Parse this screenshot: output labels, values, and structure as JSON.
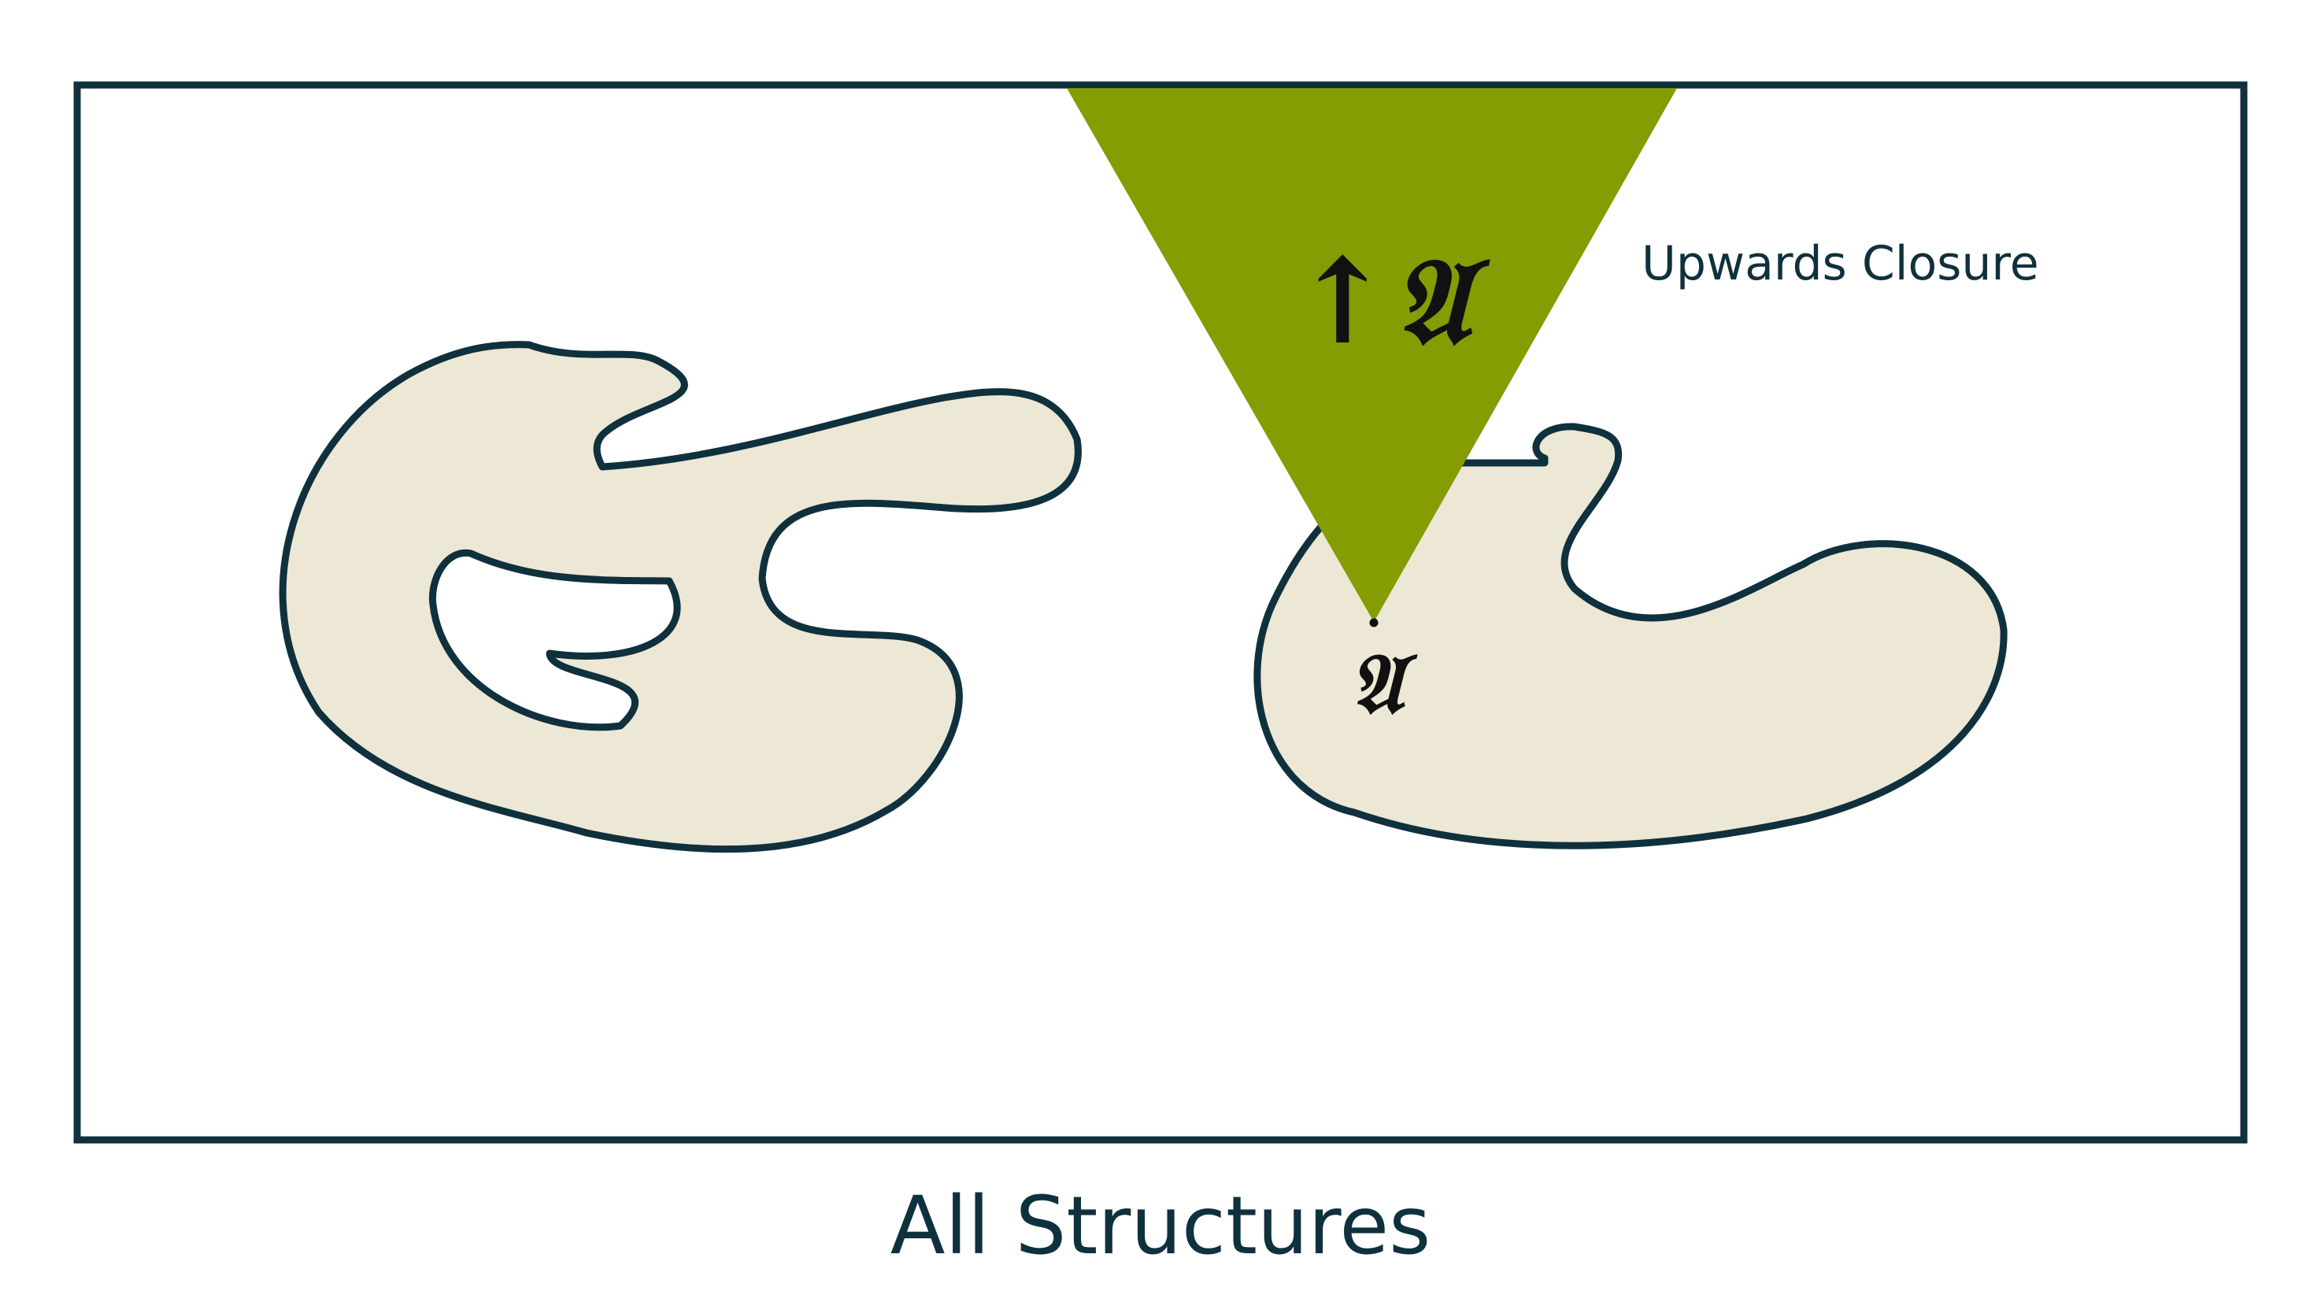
{
  "diagram": {
    "title": "All Structures",
    "cone_label": "Upwards Closure",
    "upward_closure_symbol": "↑𝔄",
    "structure_symbol": "𝔄",
    "colors": {
      "frame": "#0f313d",
      "blob_fill": "#ede7d5",
      "cone_fill": "#859c02",
      "symbol": "#111111",
      "background": "#ffffff"
    }
  }
}
